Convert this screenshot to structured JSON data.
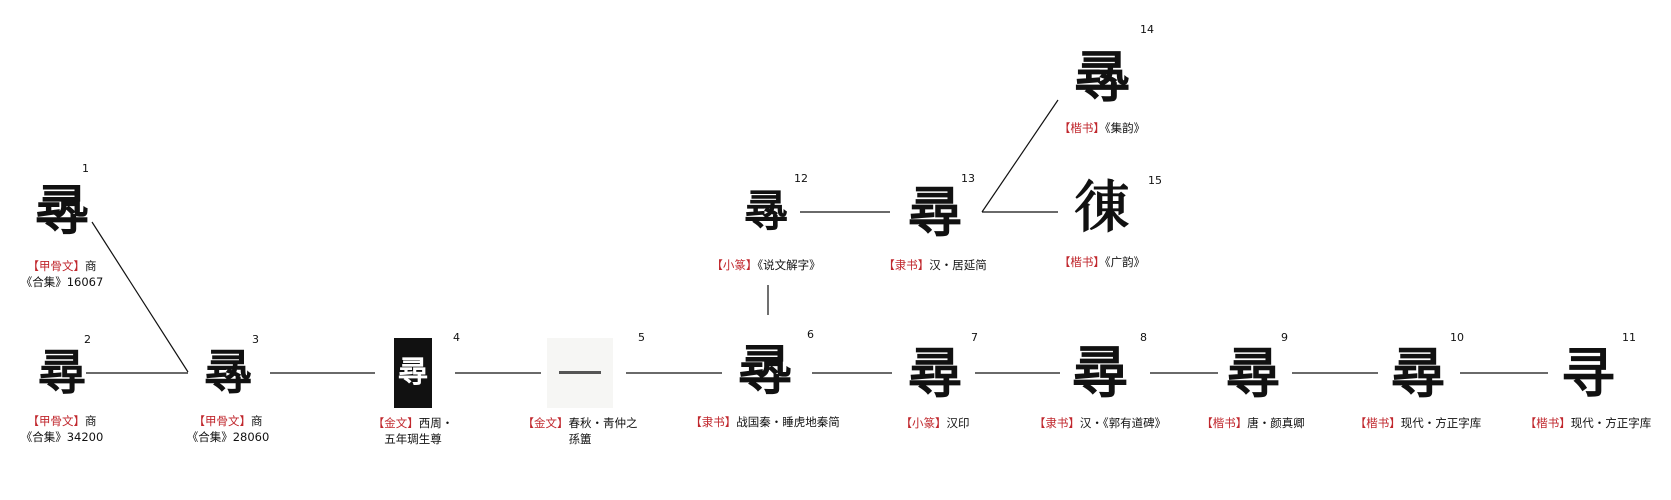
{
  "forms": [
    {
      "n": "1",
      "glyph": "𡬶",
      "tag": "甲骨文",
      "lines": [
        "商",
        "《合集》16067"
      ]
    },
    {
      "n": "2",
      "glyph": "尋",
      "tag": "甲骨文",
      "lines": [
        "商",
        "《合集》34200"
      ]
    },
    {
      "n": "3",
      "glyph": "㝷",
      "tag": "甲骨文",
      "lines": [
        "商",
        "《合集》28060"
      ]
    },
    {
      "n": "4",
      "glyph": "尋",
      "tag": "金文",
      "lines": [
        "西周・",
        "五年琱生尊"
      ]
    },
    {
      "n": "5",
      "glyph": "",
      "tag": "金文",
      "lines": [
        "春秋・靑仲之",
        "孫簠"
      ]
    },
    {
      "n": "6",
      "glyph": "𡬶",
      "tag": "隶书",
      "lines": [
        "战国秦・睡虎地秦简"
      ]
    },
    {
      "n": "7",
      "glyph": "尋",
      "tag": "小篆",
      "lines": [
        "汉印"
      ]
    },
    {
      "n": "8",
      "glyph": "尋",
      "tag": "隶书",
      "lines": [
        "汉・《郭有道碑》"
      ]
    },
    {
      "n": "9",
      "glyph": "尋",
      "tag": "楷书",
      "lines": [
        "唐・颜真卿"
      ]
    },
    {
      "n": "10",
      "glyph": "尋",
      "tag": "楷书",
      "lines": [
        "现代・方正字库"
      ]
    },
    {
      "n": "11",
      "glyph": "寻",
      "tag": "楷书",
      "lines": [
        "现代・方正字库"
      ]
    },
    {
      "n": "12",
      "glyph": "㝷",
      "tag": "小篆",
      "lines": [
        "《说文解字》"
      ]
    },
    {
      "n": "13",
      "glyph": "尋",
      "tag": "隶书",
      "lines": [
        "汉・居延简"
      ]
    },
    {
      "n": "14",
      "glyph": "㝷",
      "tag": "楷书",
      "lines": [
        "《集韵》"
      ]
    },
    {
      "n": "15",
      "glyph": "𢔅",
      "tag": "楷书",
      "lines": [
        "《广韵》"
      ]
    }
  ],
  "links": [
    [
      "1",
      "3"
    ],
    [
      "2",
      "3"
    ],
    [
      "3",
      "4"
    ],
    [
      "4",
      "5"
    ],
    [
      "5",
      "6"
    ],
    [
      "6",
      "7"
    ],
    [
      "7",
      "8"
    ],
    [
      "8",
      "9"
    ],
    [
      "9",
      "10"
    ],
    [
      "10",
      "11"
    ],
    [
      "6",
      "12"
    ],
    [
      "12",
      "13"
    ],
    [
      "13",
      "14"
    ],
    [
      "13",
      "15"
    ]
  ]
}
